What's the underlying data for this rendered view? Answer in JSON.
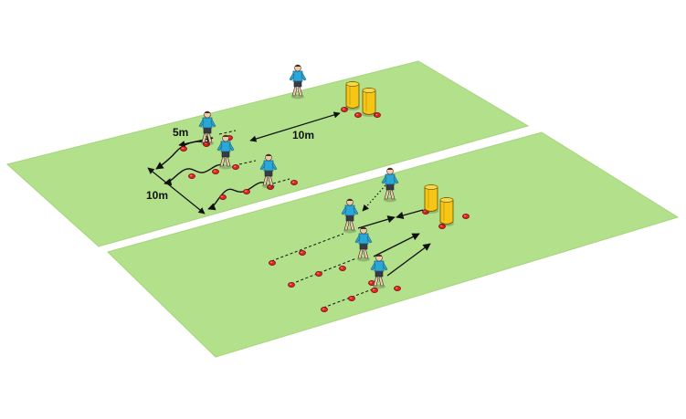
{
  "colors": {
    "pitch": "#b3e08a",
    "pitch_edge": "#a6d47c",
    "line": "#111111",
    "cone": "#e02424",
    "shirt": "#2aa7d6",
    "shorts": "#3a3a44",
    "tackle_bag": "#f5c518"
  },
  "labels": {
    "five_m": "5m",
    "ten_m_side": "10m",
    "ten_m_top": "10m"
  },
  "icons": [
    "player-icon",
    "tackle-bag-icon",
    "cone-icon",
    "arrow-icon"
  ]
}
